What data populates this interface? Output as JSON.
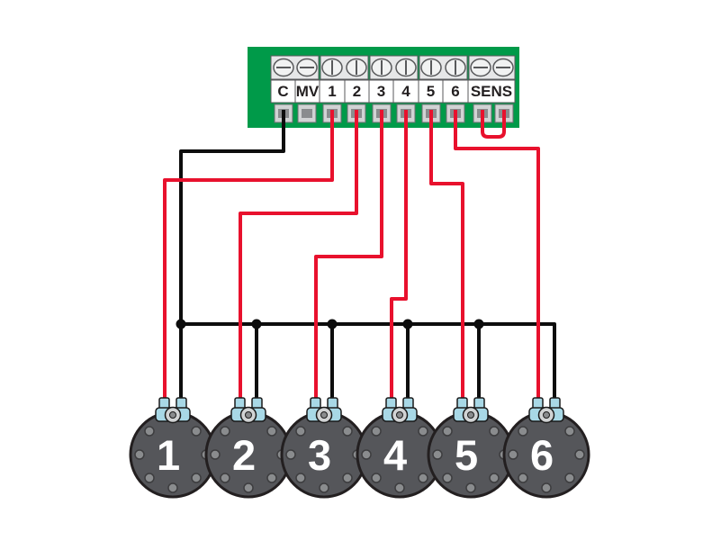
{
  "board": {
    "terminals": [
      "C",
      "MV",
      "1",
      "2",
      "3",
      "4",
      "5",
      "6",
      "SENS"
    ]
  },
  "valves": [
    "1",
    "2",
    "3",
    "4",
    "5",
    "6"
  ],
  "colors": {
    "board_green": "#009a49",
    "wire_hot": "#e8112d",
    "wire_common": "#0d0d0d",
    "valve_body": "#55565a",
    "solenoid_blue": "#a8d8e6"
  }
}
